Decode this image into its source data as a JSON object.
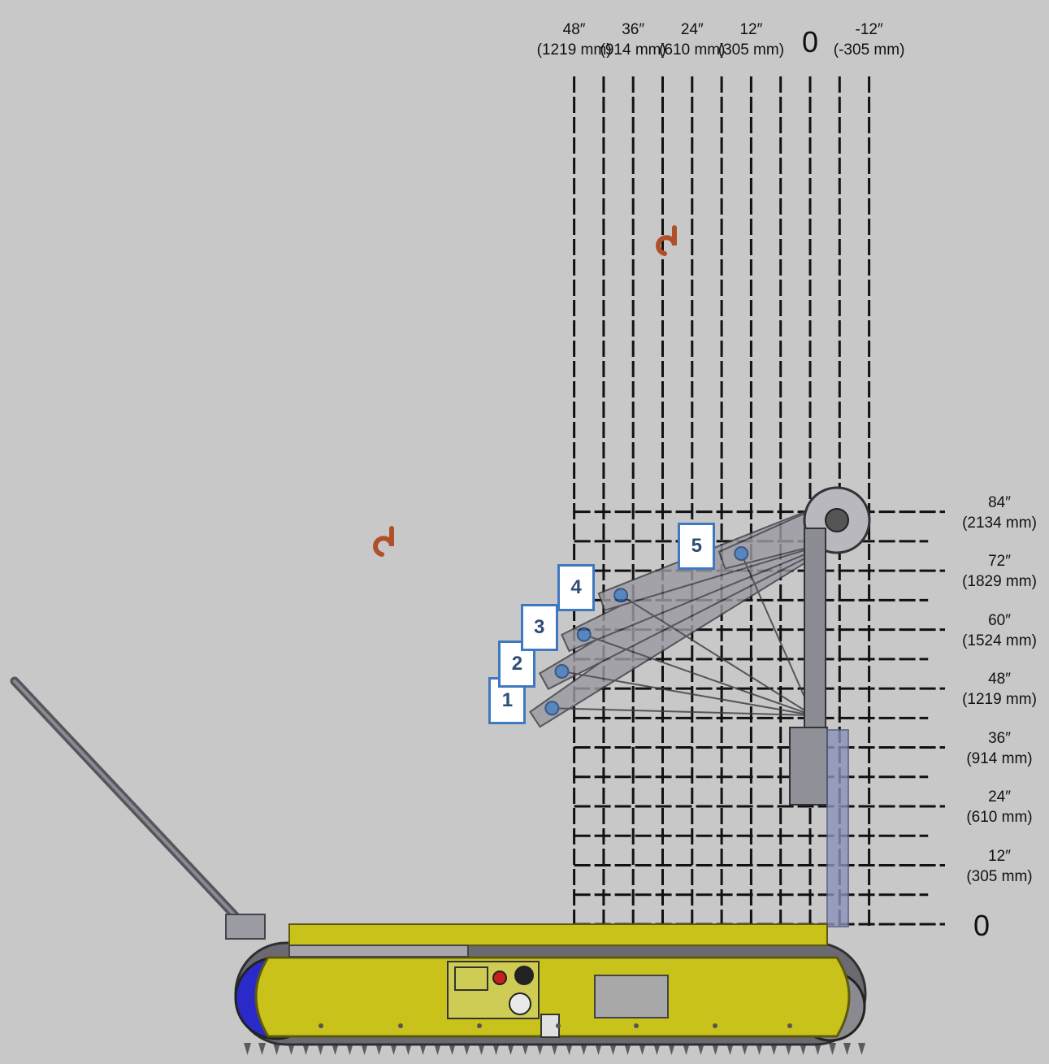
{
  "x_axis_labels": [
    {
      "value": 48,
      "inch": "48″",
      "mm": "(1219 mm)"
    },
    {
      "value": 36,
      "inch": "36″",
      "mm": "(914 mm)"
    },
    {
      "value": 24,
      "inch": "24″",
      "mm": "(610 mm)"
    },
    {
      "value": 12,
      "inch": "12″",
      "mm": "(305 mm)"
    },
    {
      "value": 0,
      "inch": "0",
      "mm": ""
    },
    {
      "value": -12,
      "inch": "-12″",
      "mm": "(-305 mm)"
    }
  ],
  "y_axis_labels": [
    {
      "value": 84,
      "inch": "84″",
      "mm": "(2134 mm)"
    },
    {
      "value": 72,
      "inch": "72″",
      "mm": "(1829 mm)"
    },
    {
      "value": 60,
      "inch": "60″",
      "mm": "(1524 mm)"
    },
    {
      "value": 48,
      "inch": "48″",
      "mm": "(1219 mm)"
    },
    {
      "value": 36,
      "inch": "36″",
      "mm": "(914 mm)"
    },
    {
      "value": 24,
      "inch": "24″",
      "mm": "(610 mm)"
    },
    {
      "value": 12,
      "inch": "12″",
      "mm": "(305 mm)"
    },
    {
      "value": 0,
      "inch": "0",
      "mm": ""
    }
  ],
  "boom_positions": [
    {
      "label": "1",
      "tip_x_in": 52.5,
      "tip_y_in": 44
    },
    {
      "label": "2",
      "tip_x_in": 50.5,
      "tip_y_in": 51.5
    },
    {
      "label": "3",
      "tip_x_in": 46,
      "tip_y_in": 59
    },
    {
      "label": "4",
      "tip_x_in": 38.5,
      "tip_y_in": 67
    },
    {
      "label": "5",
      "tip_x_in": 14,
      "tip_y_in": 75.5
    }
  ],
  "colors": {
    "background": "#c8c8c8",
    "grid": "#111111",
    "chassis": "#c8c21a",
    "boom": "#9a9aa2",
    "tip_marker": "#3f78c0",
    "label_border": "#3f78c0",
    "label_text": "#2f4d78"
  }
}
